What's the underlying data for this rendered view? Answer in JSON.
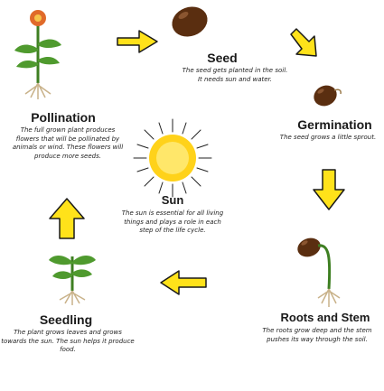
{
  "diagram": {
    "stages": {
      "seed": {
        "title": "Seed",
        "desc": "The seed gets planted in the soil.\nIt needs sun and water."
      },
      "germination": {
        "title": "Germination",
        "desc": "The seed grows a little sprout."
      },
      "roots_and_stem": {
        "title": "Roots and Stem",
        "desc": "The roots grow deep and the stem\npushes its way through the soil."
      },
      "seedling": {
        "title": "Seedling",
        "desc": "The plant grows leaves and grows\ntowards the sun. The sun helps it produce\nfood."
      },
      "pollination": {
        "title": "Pollination",
        "desc": "The full grown plant produces\nflowers that will be pollinated by\nanimals or wind. These flowers will\nproduce more seeds."
      },
      "sun": {
        "title": "Sun",
        "desc": "The sun is essential for all living\nthings and plays a role in each\nstep of the life cycle."
      }
    },
    "colors": {
      "arrow_fill": "#ffe21a",
      "arrow_stroke": "#1a1a1a",
      "seed_brown": "#5a2e10",
      "sun_yellow": "#ffd21a",
      "leaf_green": "#4f9a2e",
      "stem_green": "#3e7f22",
      "root_tan": "#c9b28a"
    }
  }
}
